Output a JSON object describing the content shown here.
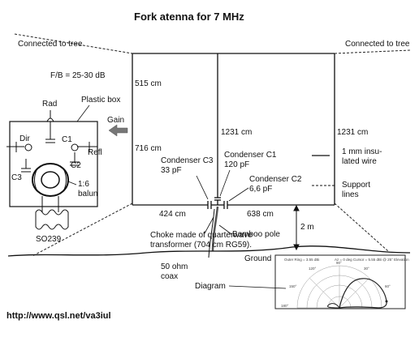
{
  "title": "Fork atenna for 7 MHz",
  "labels": {
    "connected_left": "Connected to tree",
    "connected_right": "Connected to tree",
    "fb_ratio": "F/B = 25-30 dB",
    "rad": "Rad",
    "plastic_box": "Plastic box",
    "gain": "Gain",
    "dir": "Dir",
    "c1": "C1",
    "refl": "Refl",
    "c3": "C3",
    "c2": "C2",
    "balun_line1": "1:6",
    "balun_line2": "balun",
    "so239": "SO239",
    "len_515": "515 cm",
    "len_716": "716 cm",
    "len_1231_center": "1231 cm",
    "len_1231_right": "1231 cm",
    "cond_c3_line1": "Condenser C3",
    "cond_c3_line2": "33 pF",
    "cond_c1_line1": "Condenser C1",
    "cond_c1_line2": "120 pF",
    "cond_c2_line1": "Condenser C2",
    "cond_c2_line2": "6,6 pF",
    "len_424": "424 cm",
    "len_638": "638 cm",
    "height_2m": "2 m",
    "choke_line1": "Choke made of quarterwave",
    "choke_line2": "transformer (704 cm RG59).",
    "bamboo": "Bamboo pole",
    "ground": "Ground",
    "coax_line1": "50 ohm",
    "coax_line2": "coax",
    "diagram": "Diagram",
    "url": "http://www.qsl.net/va3iul"
  },
  "legend": {
    "wire_line1": "1 mm insu-",
    "wire_line2": "lated wire",
    "support_line1": "Support",
    "support_line2": "lines"
  },
  "inset_plot": {
    "header_left": "Outer Ring = 3.55 dBi",
    "header_right": "Az = 0 deg   Cursor = 5.55 dBi @ 25° Elevation",
    "ticks": [
      "30°",
      "60°",
      "90°",
      "120°",
      "150°",
      "180°"
    ]
  }
}
